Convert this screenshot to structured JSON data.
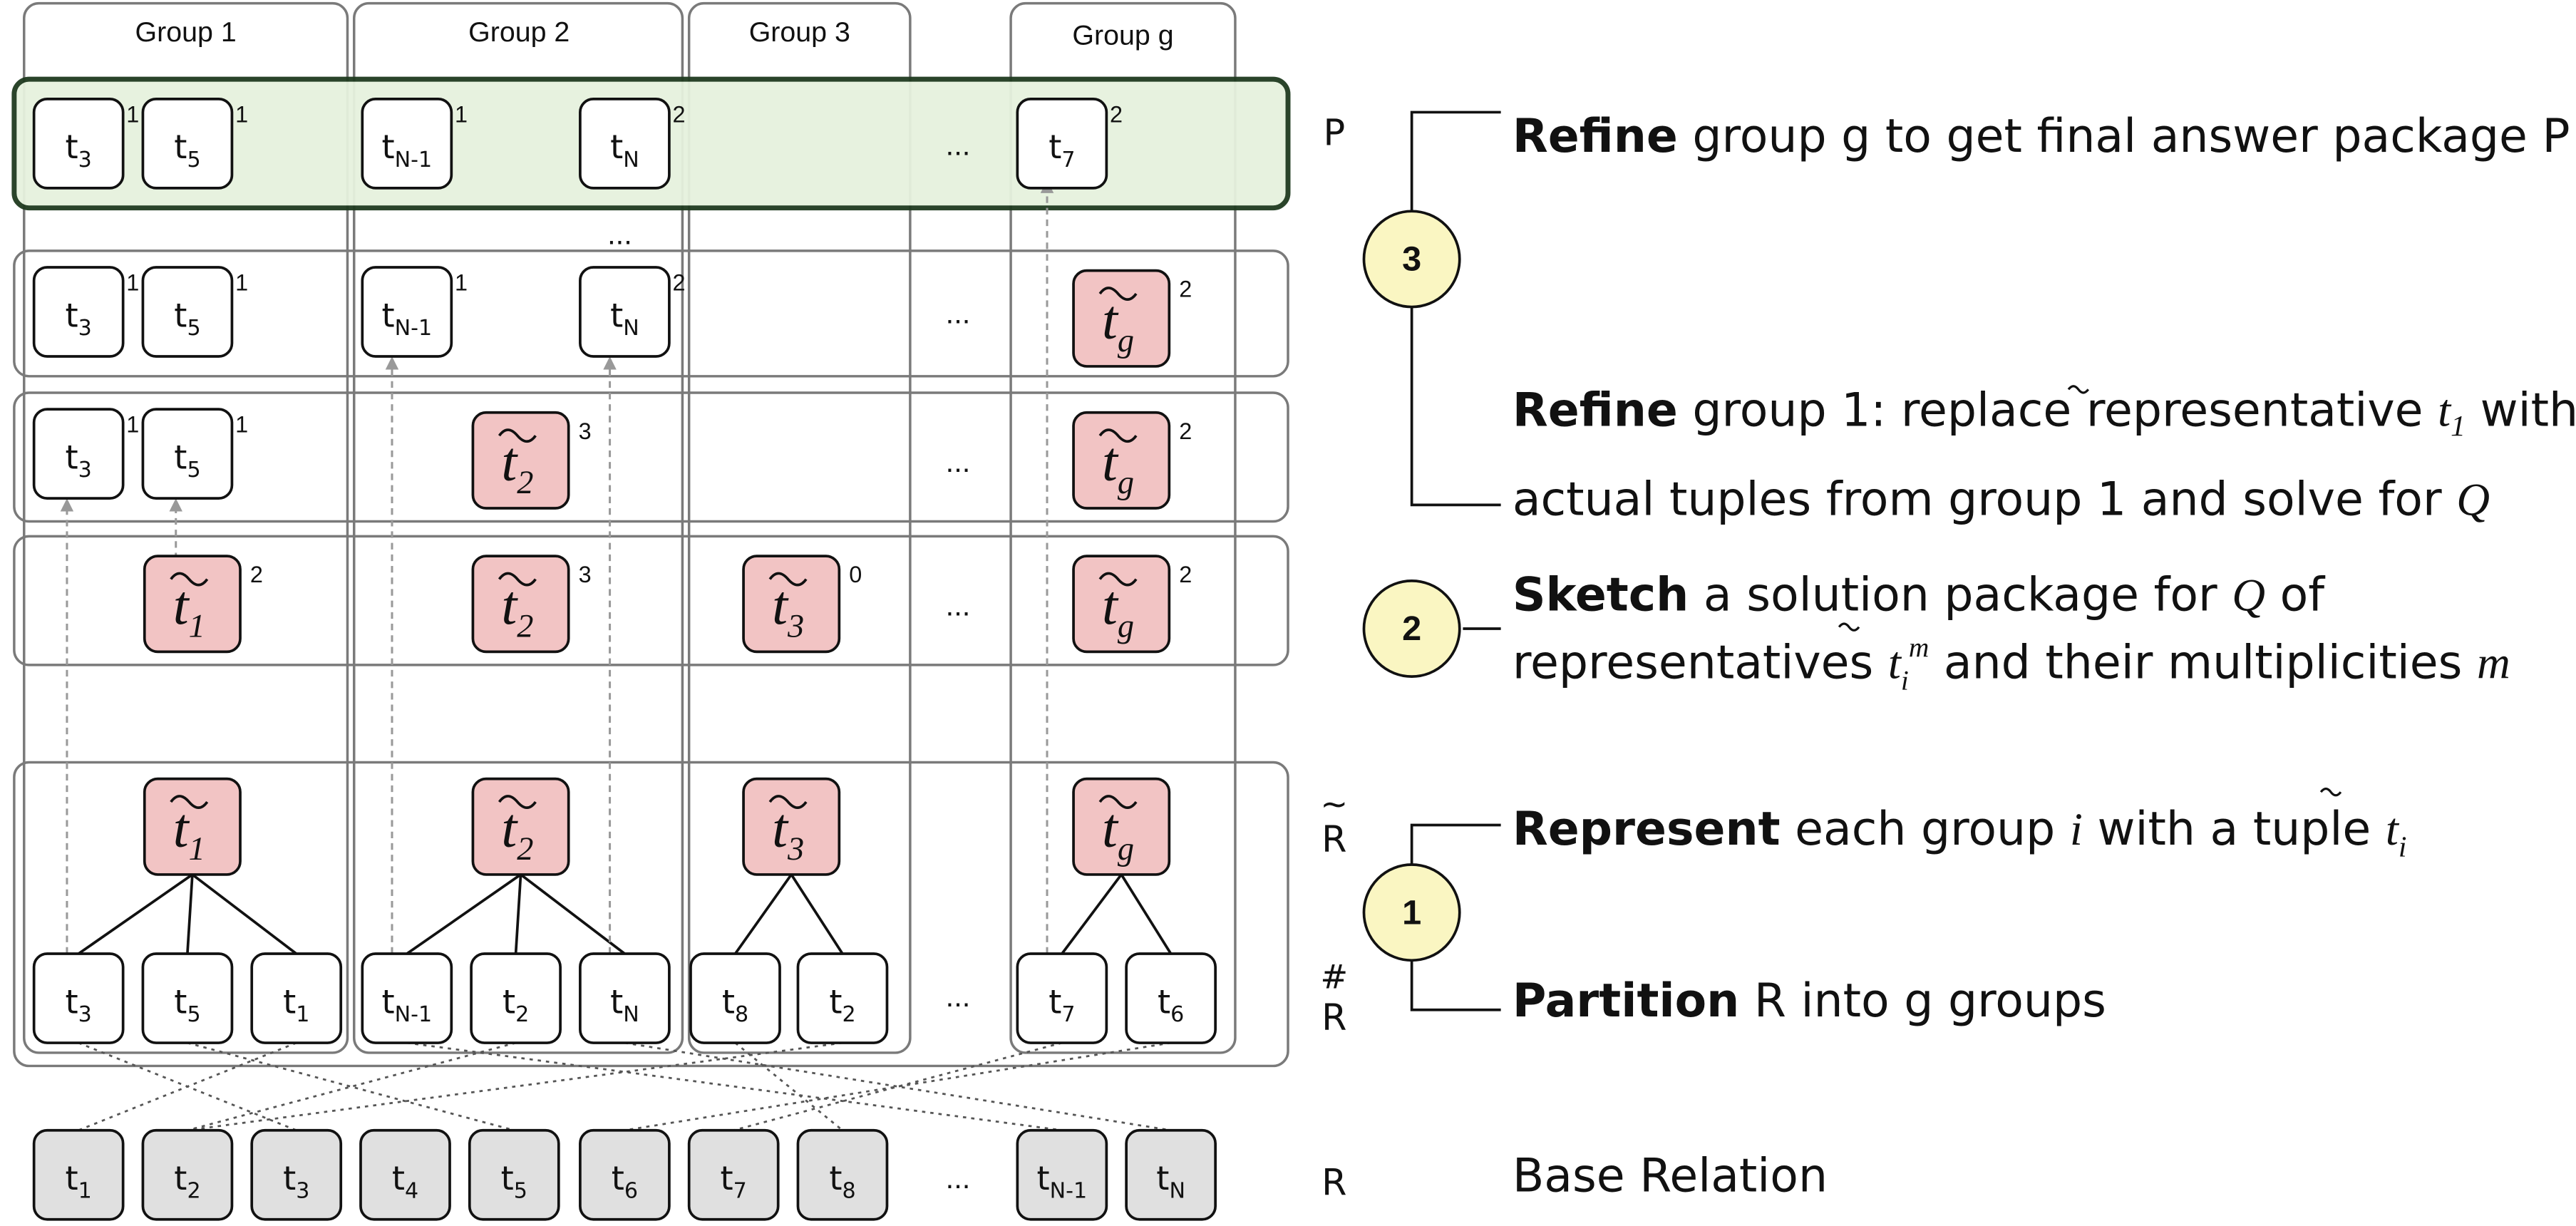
{
  "groups": [
    "Group 1",
    "Group 2",
    "Group 3",
    "Group g"
  ],
  "ellipsis": "...",
  "row_labels": {
    "P": "P",
    "R_tilde": "R",
    "R_tilde_mark": "~",
    "R_hash": "R",
    "R_hash_mark": "#",
    "R": "R"
  },
  "rep_subscripts": {
    "g1": "1",
    "g2": "2",
    "g3": "3",
    "gg": "g"
  },
  "tuple_grid": {
    "rowP": [
      {
        "base": "t",
        "sub": "3",
        "sup": "1"
      },
      {
        "base": "t",
        "sub": "5",
        "sup": "1"
      },
      {
        "base": "t",
        "sub": "N-1",
        "sup": "1"
      },
      {
        "base": "t",
        "sub": "N",
        "sup": "2"
      },
      {
        "base": "t",
        "sub": "7",
        "sup": "2"
      }
    ],
    "rowRefine2": [
      {
        "base": "t",
        "sub": "3",
        "sup": "1"
      },
      {
        "base": "t",
        "sub": "5",
        "sup": "1"
      },
      {
        "base": "t",
        "sub": "N-1",
        "sup": "1"
      },
      {
        "base": "t",
        "sub": "N",
        "sup": "2"
      },
      {
        "base": "t",
        "sub": "g",
        "sup": "2"
      }
    ],
    "rowRefine1": [
      {
        "base": "t",
        "sub": "3",
        "sup": "1"
      },
      {
        "base": "t",
        "sub": "5",
        "sup": "1"
      },
      {
        "base": "t",
        "sub": "2",
        "sup": "3"
      },
      {
        "base": "t",
        "sub": "g",
        "sup": "2"
      }
    ],
    "rowSketch": [
      {
        "base": "t",
        "sub": "1",
        "sup": "2"
      },
      {
        "base": "t",
        "sub": "2",
        "sup": "3"
      },
      {
        "base": "t",
        "sub": "3",
        "sup": "0"
      },
      {
        "base": "t",
        "sub": "g",
        "sup": "2"
      }
    ],
    "rowPartition": [
      {
        "base": "t",
        "sub": "3"
      },
      {
        "base": "t",
        "sub": "5"
      },
      {
        "base": "t",
        "sub": "1"
      },
      {
        "base": "t",
        "sub": "N-1"
      },
      {
        "base": "t",
        "sub": "2"
      },
      {
        "base": "t",
        "sub": "N"
      },
      {
        "base": "t",
        "sub": "8"
      },
      {
        "base": "t",
        "sub": "2"
      },
      {
        "base": "t",
        "sub": "7"
      },
      {
        "base": "t",
        "sub": "6"
      }
    ],
    "rowBase": [
      {
        "base": "t",
        "sub": "1"
      },
      {
        "base": "t",
        "sub": "2"
      },
      {
        "base": "t",
        "sub": "3"
      },
      {
        "base": "t",
        "sub": "4"
      },
      {
        "base": "t",
        "sub": "5"
      },
      {
        "base": "t",
        "sub": "6"
      },
      {
        "base": "t",
        "sub": "7"
      },
      {
        "base": "t",
        "sub": "8"
      },
      {
        "base": "t",
        "sub": "N-1"
      },
      {
        "base": "t",
        "sub": "N"
      }
    ]
  },
  "steps": [
    {
      "num": "3",
      "top_bold": "Refine",
      "top_text": " group g to get final answer package P",
      "bottom_bold": "Refine",
      "bottom_text_a": " group 1: replace representative ",
      "bottom_rep": "t",
      "bottom_rep_sub": "1",
      "bottom_text_b": " with",
      "bottom_line2_a": "actual tuples from group 1 and solve for ",
      "bottom_line2_q": "Q"
    },
    {
      "num": "2",
      "bold": "Sketch",
      "text_a": " a solution package for ",
      "text_q": "Q",
      "text_b": " of",
      "line2_a": "representatives ",
      "line2_rep": "t",
      "line2_sub": "i",
      "line2_sup": "m",
      "line2_b": " and their multiplicities ",
      "line2_m": "m"
    },
    {
      "num": "1",
      "top_bold": "Represent",
      "top_text_a": " each group ",
      "top_i": "i",
      "top_text_b": " with a tuple ",
      "top_rep": "t",
      "top_rep_sub": "i",
      "bottom_bold": "Partition",
      "bottom_text": " R into g groups"
    }
  ],
  "base_label": "Base Relation",
  "colors": {
    "rep_fill": "#f2c4c4",
    "base_fill": "#e0e0e0",
    "p_fill": "#e6f2de",
    "p_stroke": "#1f3a1f",
    "circle_fill": "#faf6c2",
    "frame": "#7a7a7a",
    "dashed": "#999999"
  }
}
